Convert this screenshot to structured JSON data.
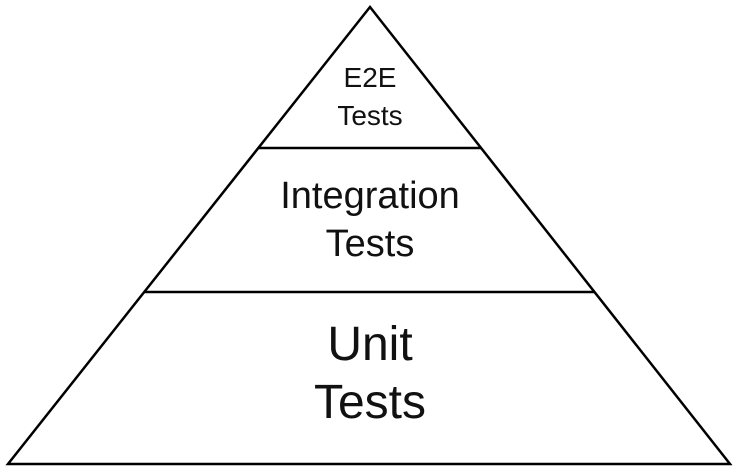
{
  "diagram": {
    "kind": "test-pyramid",
    "levels": [
      {
        "id": "e2e",
        "label": "E2E\nTests"
      },
      {
        "id": "integration",
        "label": "Integration\nTests"
      },
      {
        "id": "unit",
        "label": "Unit\nTests"
      }
    ],
    "colors": {
      "stroke": "#000000",
      "text": "#111111",
      "background": "#ffffff"
    }
  }
}
